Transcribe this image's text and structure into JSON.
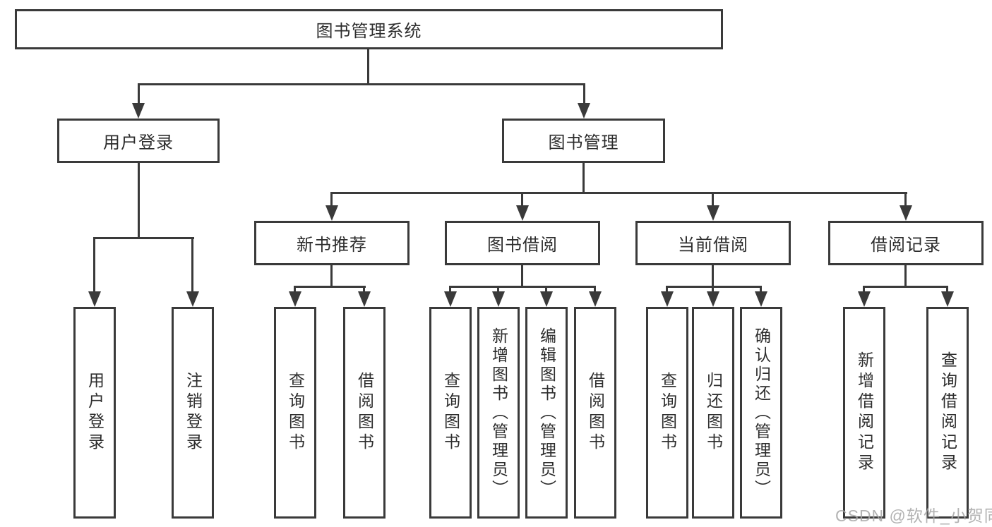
{
  "diagram": {
    "root_label": "图书管理系统",
    "user_login": {
      "label": "用户登录",
      "children": [
        "用户登录",
        "注销登录"
      ]
    },
    "book_mgmt": {
      "label": "图书管理",
      "sections": [
        {
          "label": "新书推荐",
          "children": [
            "查询图书",
            "借阅图书"
          ]
        },
        {
          "label": "图书借阅",
          "children": [
            "查询图书",
            "新增图书（管理员）",
            "编辑图书（管理员）",
            "借阅图书"
          ]
        },
        {
          "label": "当前借阅",
          "children": [
            "查询图书",
            "归还图书",
            "确认归还（管理员）"
          ]
        },
        {
          "label": "借阅记录",
          "children": [
            "新增借阅记录",
            "查询借阅记录"
          ]
        }
      ]
    },
    "watermark": "CSDN @软件_小贺同学",
    "colors": {
      "line": "#3a3a3a",
      "text": "#2d2d2d",
      "watermark": "#a6a6a6",
      "background": "#ffffff"
    }
  }
}
